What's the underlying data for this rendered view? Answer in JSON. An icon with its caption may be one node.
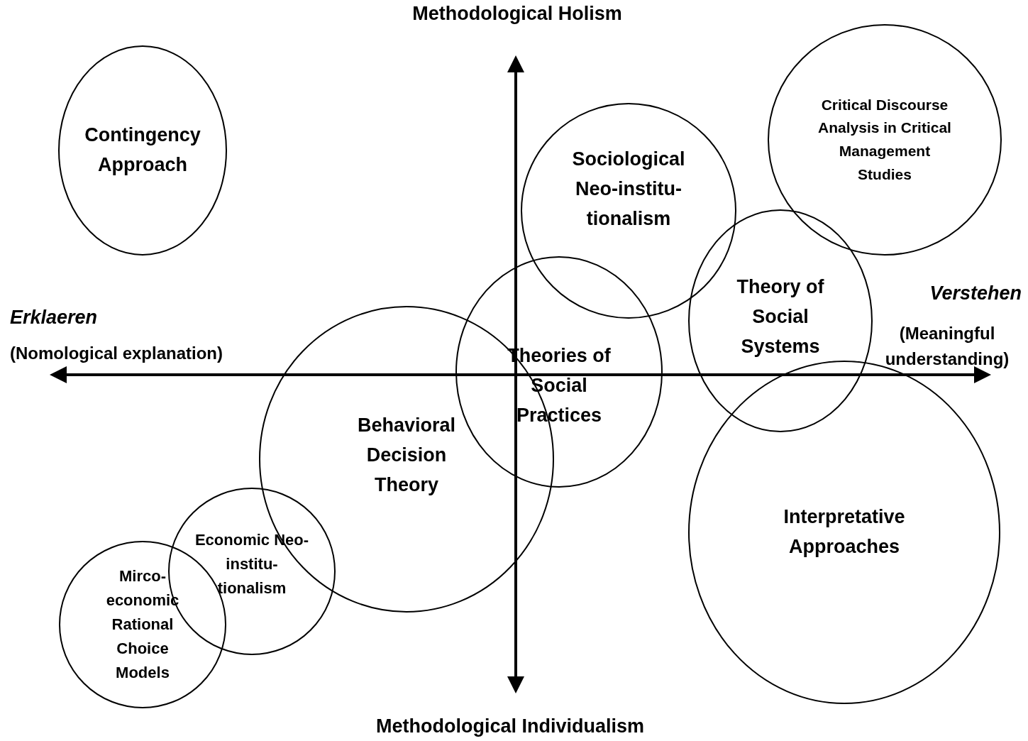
{
  "diagram": {
    "nodes": [
      {
        "text": [
          "Contingency Approach"
        ]
      },
      {
        "text": [
          "Critical Discourse Analysis in Critical Management Studies"
        ]
      },
      {
        "text": [
          "Sociological Neo-institu- tionalism"
        ]
      },
      {
        "text": [
          "Theory of Social Systems"
        ]
      },
      {
        "text": [
          "Theories of Social Practices"
        ]
      },
      {
        "text": [
          "Behavioral Decision Theory"
        ]
      },
      {
        "text": [
          "Interpretative Approaches"
        ]
      },
      {
        "text": [
          "Economic Neo-institu- tionalism"
        ]
      },
      {
        "text": [
          "Mirco- economic Rational Choice Models"
        ]
      }
    ],
    "edges": [],
    "labels": [
      "Methodological Holism",
      "Erklaeren",
      "(Nomological explanation)",
      "Verstehen",
      "(Meaningful understanding)",
      "Methodological Individualism"
    ]
  }
}
